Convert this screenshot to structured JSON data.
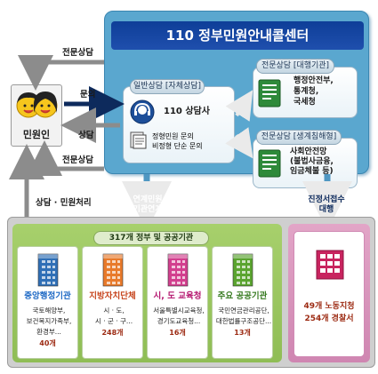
{
  "center": {
    "title": "110 정부민원안내콜센터"
  },
  "citizen": {
    "label": "민원인"
  },
  "flows": {
    "consult_top": "전문상담",
    "inquiry": "문의",
    "consult": "상담",
    "consult_bottom": "전문상담",
    "consult_process": "상담 · 민원처리",
    "linked_agency": [
      "연계민원",
      "기관연계"
    ],
    "petition_agency": [
      "진정서접수",
      "대행"
    ]
  },
  "general": {
    "tag": "일반상담 [자체상담]",
    "agent": "110 상담사",
    "simple_inquiry": [
      "정형민원 문의",
      "비정형 단순 문의"
    ]
  },
  "expert_affiliate": {
    "tag": "전문상담 [대행기관]",
    "items": [
      "행정안전부,",
      "통계청,",
      "국세청"
    ]
  },
  "expert_life": {
    "tag": "전문상담 [생계침해형]",
    "items": [
      "사회안전망",
      "(불법사금융,",
      "임금체불 등)"
    ]
  },
  "org_band": "317개 정부 및 공공기관",
  "orgs": [
    {
      "name": "중앙행정기관",
      "name_color": "#1b67c4",
      "lines": [
        "국토해양부,",
        "보건복지가족부,",
        "환경부..."
      ],
      "count": "40개",
      "building": "#2f6fb6"
    },
    {
      "name": "지방자치단체",
      "name_color": "#c7451e",
      "lines": [
        "시 · 도,",
        "시 · 군 · 구..."
      ],
      "count": "248개",
      "building": "#e87a2b"
    },
    {
      "name": "시, 도 교육청",
      "name_color": "#b4156e",
      "lines": [
        "서울특별시교육청,",
        "경기도교육청..."
      ],
      "count": "16개",
      "building": "#d23f8e"
    },
    {
      "name": "주요 공공기관",
      "name_color": "#367a1f",
      "lines": [
        "국민연금관리공단,",
        "대한법률구조공단..."
      ],
      "count": "13개",
      "building": "#5aa42f"
    }
  ],
  "labor": {
    "line1": "49개 노동지청",
    "line2": "254개 경찰서"
  }
}
